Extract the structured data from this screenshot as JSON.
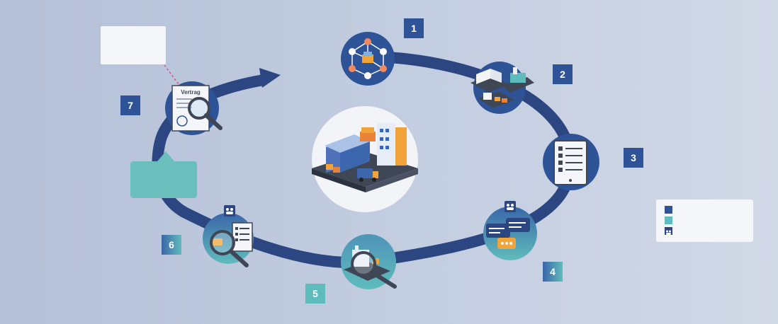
{
  "steps": [
    {
      "number": "1",
      "icon": "network-icon"
    },
    {
      "number": "2",
      "icon": "factory-icon"
    },
    {
      "number": "3",
      "icon": "checklist-tablet-icon"
    },
    {
      "number": "4",
      "icon": "chat-bubbles-icon"
    },
    {
      "number": "5",
      "icon": "inspection-magnifier-icon"
    },
    {
      "number": "6",
      "icon": "analysis-report-icon"
    },
    {
      "number": "7",
      "icon": "contract-review-icon"
    }
  ],
  "contract": {
    "title": "Vertrag"
  },
  "colors": {
    "background": "#c4cee1",
    "loop": "#2b4680",
    "badge_blue": "#2e5497",
    "teal": "#5fbcbc",
    "warehouse_blue": "#3c66ad",
    "accent_orange": "#f0a43a"
  }
}
